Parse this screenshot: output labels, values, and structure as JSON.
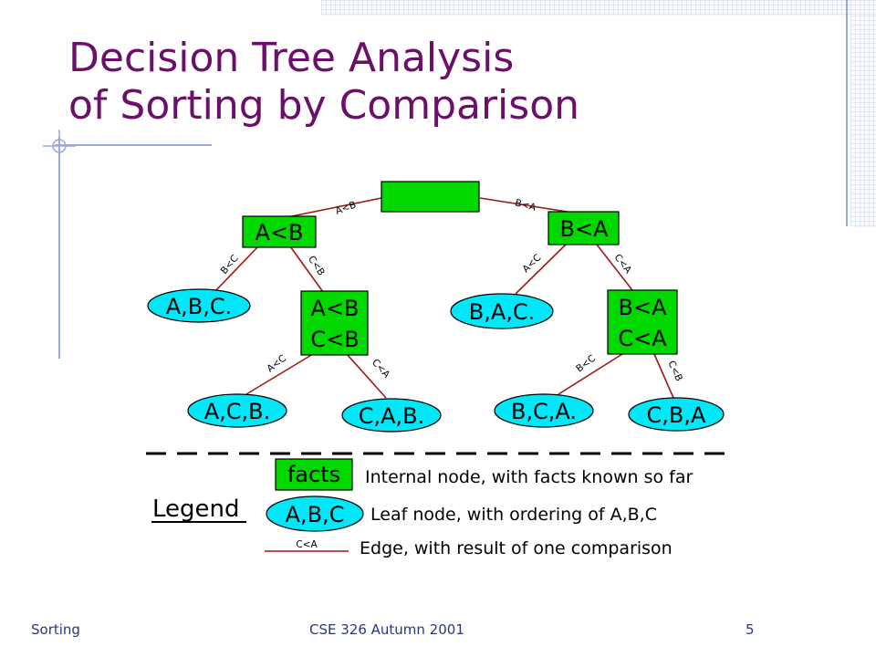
{
  "slide": {
    "title_line1": "Decision Tree Analysis",
    "title_line2": "of Sorting by Comparison",
    "footer_left": "Sorting",
    "footer_center": "CSE 326 Autumn 2001",
    "page_number": "5"
  },
  "colors": {
    "title": "#6b0f6b",
    "internal_node_fill": "#00d800",
    "leaf_node_fill": "#00e8f8",
    "edge": "#a01818",
    "footer_text": "#2a3580"
  },
  "tree": {
    "root": {
      "lines": []
    },
    "n1": {
      "lines": [
        "A<B"
      ]
    },
    "n2": {
      "lines": [
        "B<A"
      ]
    },
    "n3": {
      "lines": [
        "A<B",
        "C<B"
      ]
    },
    "n4": {
      "lines": [
        "B<A",
        "C<A"
      ]
    },
    "leaf_abc": {
      "label": "A,B,C."
    },
    "leaf_bac": {
      "label": "B,A,C."
    },
    "leaf_acb": {
      "label": "A,C,B."
    },
    "leaf_cab": {
      "label": "C,A,B."
    },
    "leaf_bca": {
      "label": "B,C,A."
    },
    "leaf_cba": {
      "label": "C,B,A"
    },
    "edges": {
      "root_n1": "A<B",
      "root_n2": "B<A",
      "n1_abc": "B<C",
      "n1_n3": "C<B",
      "n2_bac": "A<C",
      "n2_n4": "C<A",
      "n3_acb": "A<C",
      "n3_cab": "C<A",
      "n4_bca": "B<C",
      "n4_cba": "C<B"
    }
  },
  "legend": {
    "title": "Legend",
    "internal_sample": "facts",
    "internal_desc": "Internal node, with facts known so far",
    "leaf_sample": "A,B,C",
    "leaf_desc": "Leaf node, with ordering of A,B,C",
    "edge_sample": "C<A",
    "edge_desc": "Edge, with result of one comparison"
  }
}
